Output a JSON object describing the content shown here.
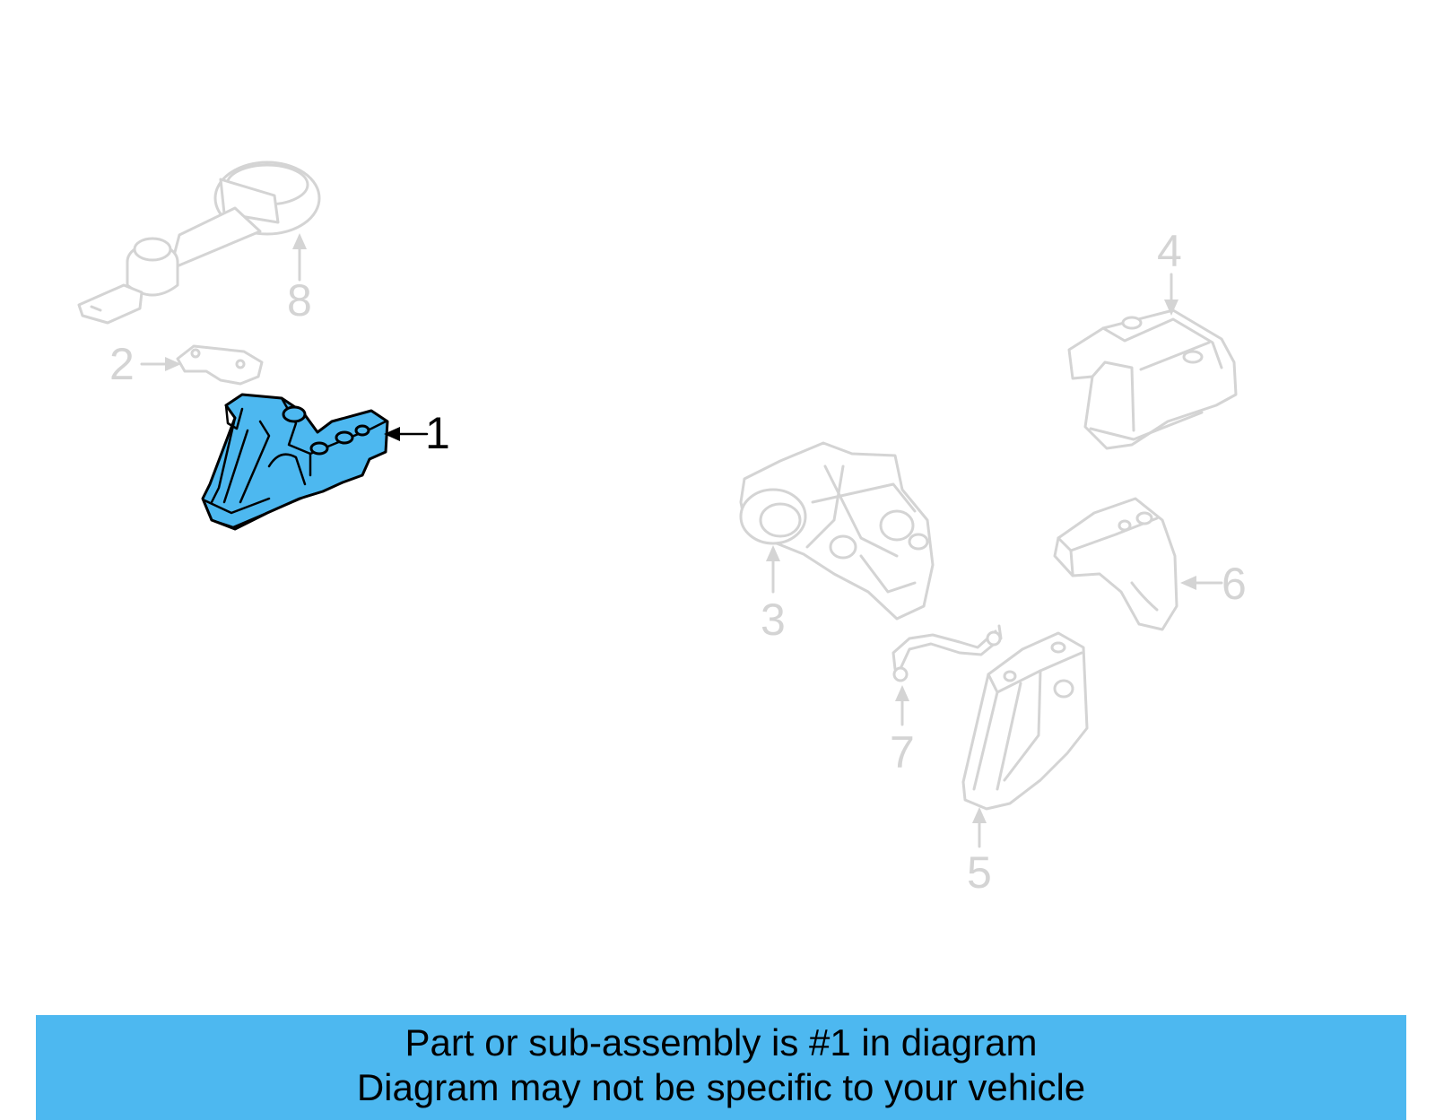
{
  "callouts": {
    "c1": "1",
    "c2": "2",
    "c3": "3",
    "c4": "4",
    "c5": "5",
    "c6": "6",
    "c7": "7",
    "c8": "8"
  },
  "highlighted_part": "1",
  "colors": {
    "highlight": "#4db8f0",
    "ghost_outline": "#d4d4d4",
    "banner": "#4db8f0",
    "text": "#000000"
  },
  "banner": {
    "line1": "Part or sub-assembly is #1 in diagram",
    "line2": "Diagram may not be specific to your vehicle"
  }
}
